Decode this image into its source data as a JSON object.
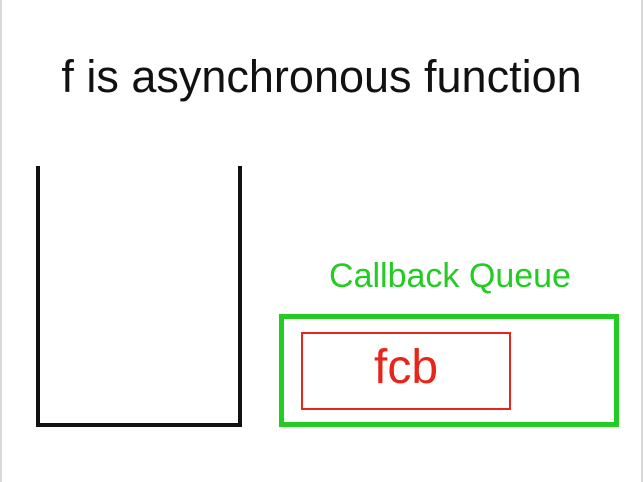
{
  "title": "f is asynchronous function",
  "callback_queue": {
    "label": "Callback Queue",
    "item": "fcb"
  },
  "colors": {
    "title_text": "#111111",
    "stack_outline": "#111111",
    "queue_green": "#22cc22",
    "item_red": "#e8251b",
    "background": "#ffffff"
  }
}
